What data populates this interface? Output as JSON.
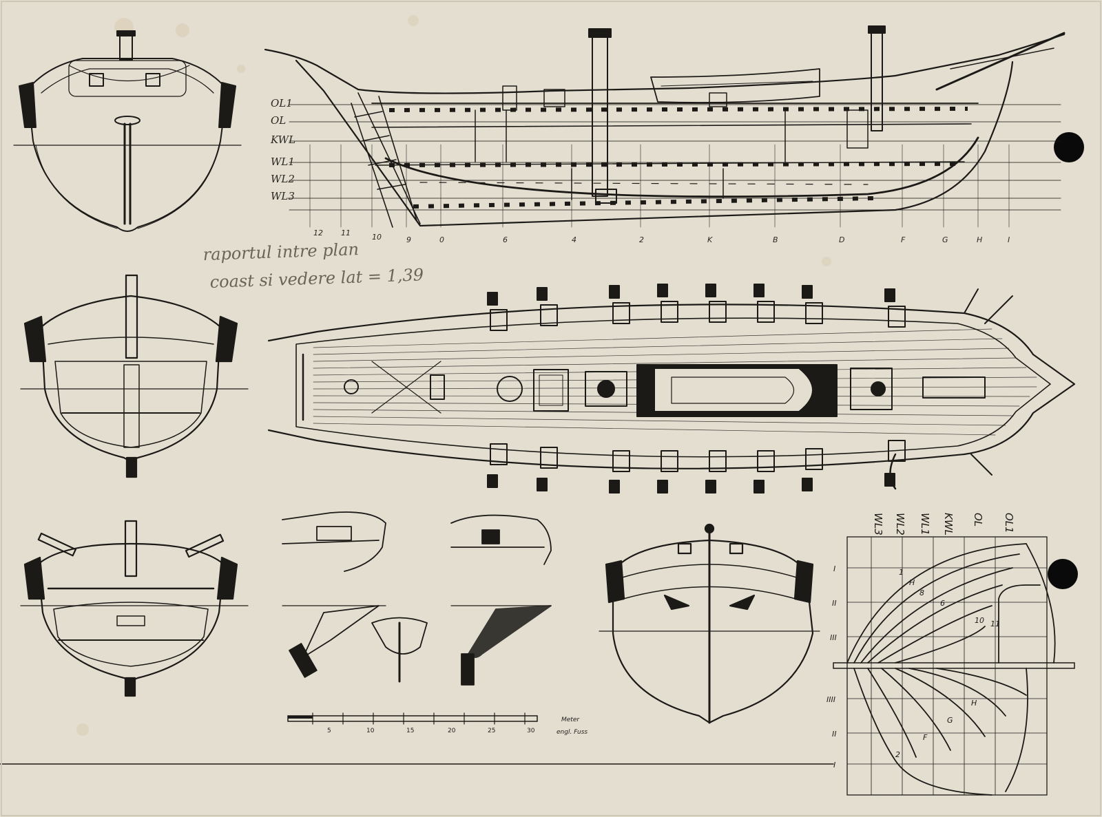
{
  "note": {
    "line1": "raportul intre plan",
    "line2": "coast si vedere lat = 1,39"
  },
  "waterlines_profile": [
    "OL1",
    "OL",
    "KWL",
    "WL1",
    "WL2",
    "WL3"
  ],
  "waterlines_rotated": [
    "WL3",
    "WL2",
    "WL1",
    "KWL",
    "OL",
    "OL1"
  ],
  "stations": [
    "12",
    "11",
    "10",
    "9",
    "0",
    "6",
    "4",
    "2",
    "K",
    "B",
    "D",
    "F",
    "G",
    "H",
    "I"
  ],
  "body_plan_frames": [
    "I",
    "II",
    "III",
    "IIII",
    "II",
    "I"
  ],
  "body_plan_numbers_top": [
    "1",
    "H",
    "8",
    "6",
    "10",
    "11"
  ],
  "body_plan_numbers_bottom": [
    "H",
    "G",
    "F",
    "2"
  ],
  "scale": {
    "ticks": [
      "5",
      "10",
      "15",
      "20",
      "25",
      "30"
    ],
    "unit_top": "Meter",
    "unit_bottom": "engl. Fuss"
  },
  "colors": {
    "paper": "#e4ded1",
    "ink": "#1c1a17",
    "pencil": "#6a6458",
    "punch_hole": "#0a0a0a"
  }
}
